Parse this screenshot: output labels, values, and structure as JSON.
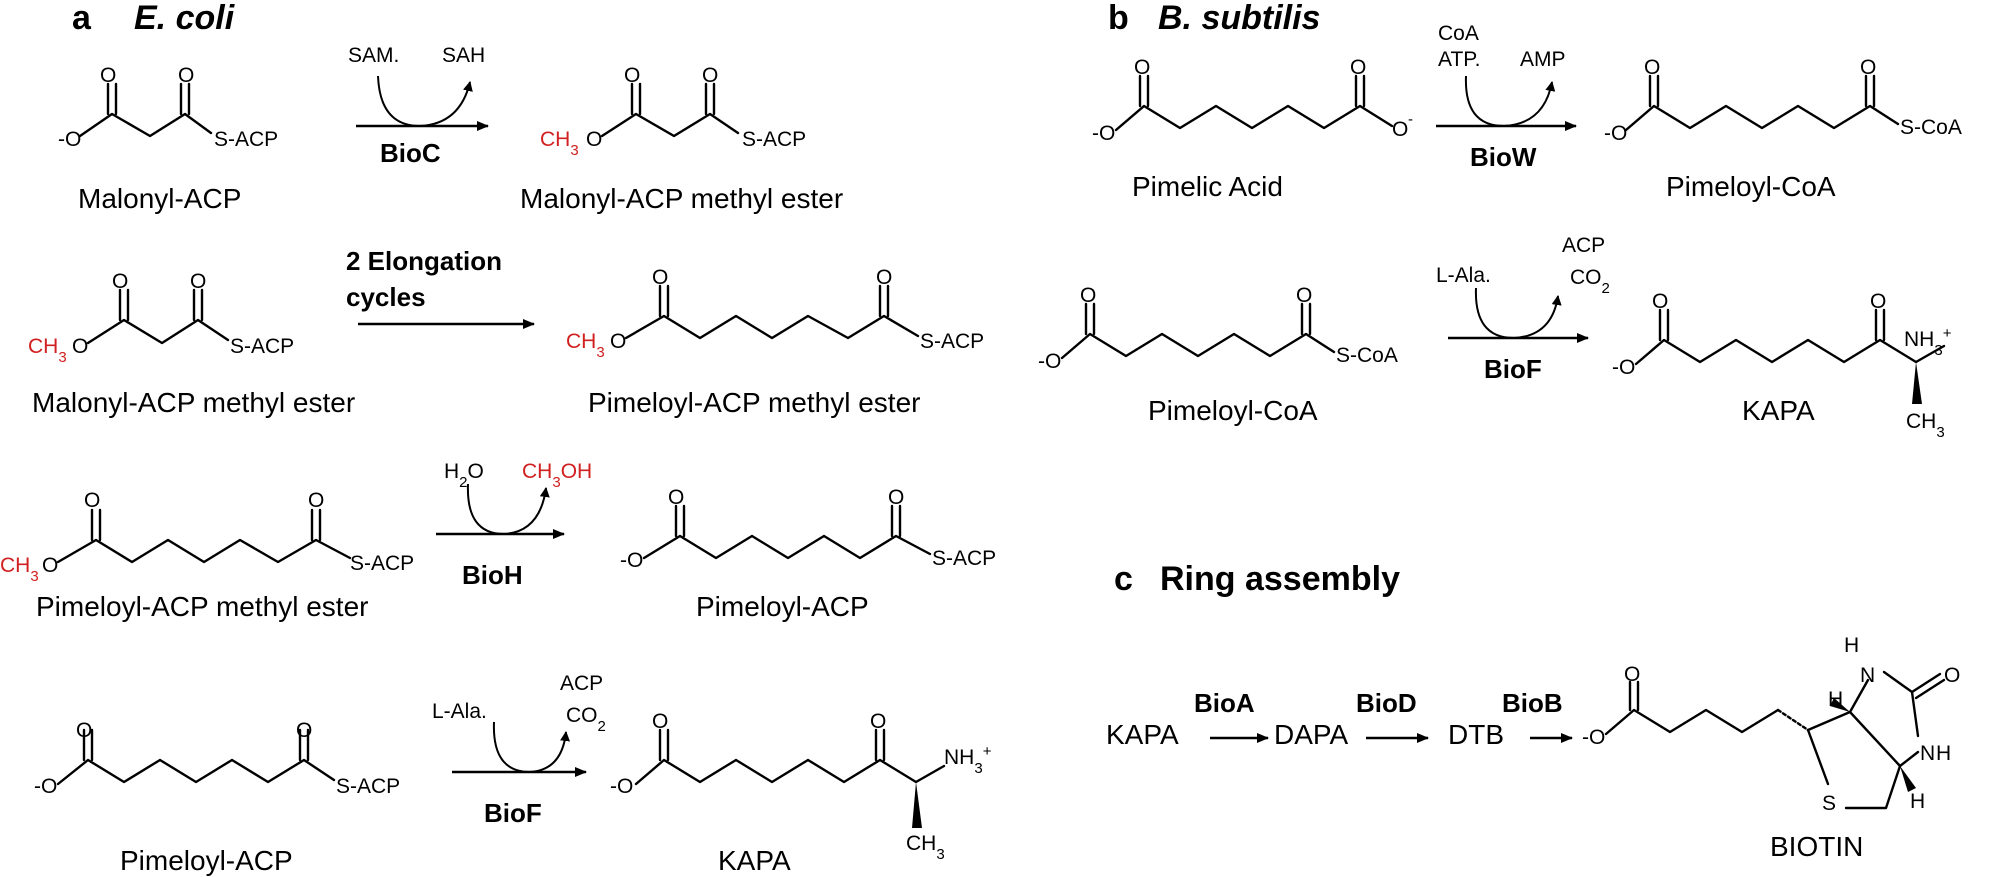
{
  "panels": {
    "a": {
      "letter": "a",
      "organism": "E. coli"
    },
    "b": {
      "letter": "b",
      "organism": "B. subtilis"
    },
    "c": {
      "letter": "c",
      "title": "Ring assembly"
    }
  },
  "atoms": {
    "O": "O",
    "O_minus": "-O",
    "S_ACP": "S-ACP",
    "S_CoA": "S-CoA",
    "CH3": "CH3",
    "NH3_plus": "NH3+",
    "H": "H",
    "N": "N",
    "S": "S"
  },
  "compounds": {
    "malonyl_acp": "Malonyl-ACP",
    "malonyl_acp_me": "Malonyl-ACP methyl ester",
    "pimeloyl_acp_me": "Pimeloyl-ACP methyl ester",
    "pimeloyl_acp": "Pimeloyl-ACP",
    "kapa": "KAPA",
    "pimelic_acid": "Pimelic Acid",
    "pimeloyl_coa": "Pimeloyl-CoA",
    "dapa": "DAPA",
    "dtb": "DTB",
    "biotin": "BIOTIN"
  },
  "enzymes": {
    "bioc": "BioC",
    "bioh": "BioH",
    "biof": "BioF",
    "biow": "BioW",
    "bioa": "BioA",
    "biod": "BioD",
    "biob": "BioB"
  },
  "cofactors": {
    "sam": "SAM.",
    "sah": "SAH",
    "elongation_line1": "2 Elongation",
    "elongation_line2": "cycles",
    "h2o": "H2O",
    "ch3oh": "CH3OH",
    "l_ala": "L-Ala.",
    "acp": "ACP",
    "co2": "CO2",
    "coa": "CoA",
    "atp": "ATP.",
    "amp": "AMP"
  }
}
